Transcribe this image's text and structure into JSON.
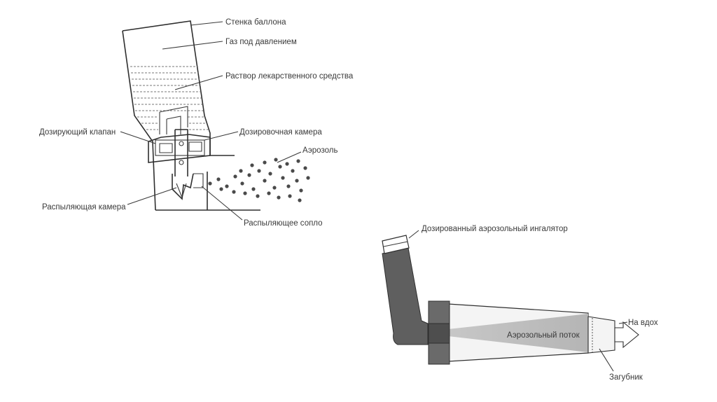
{
  "canister_diagram": {
    "labels": {
      "wall": "Стенка баллона",
      "gas": "Газ под давлением",
      "solution": "Раствор лекарственного средства",
      "metering_valve": "Дозирующий клапан",
      "metering_chamber": "Дозировочная камера",
      "aerosol": "Аэрозоль",
      "spray_chamber": "Распыляющая камера",
      "nozzle": "Распыляющее сопло"
    }
  },
  "spacer_diagram": {
    "labels": {
      "inhaler": "Дозированный аэрозольный ингалятор",
      "flow": "Аэрозольный поток",
      "inhale": "На вдох",
      "mouthpiece": "Загубник"
    }
  },
  "colors": {
    "line": "#3a3a3a",
    "inhaler_body": "#5f5f5f",
    "spacer_body": "#f4f4f4",
    "aerosol_flow": "#c2c2c2"
  }
}
